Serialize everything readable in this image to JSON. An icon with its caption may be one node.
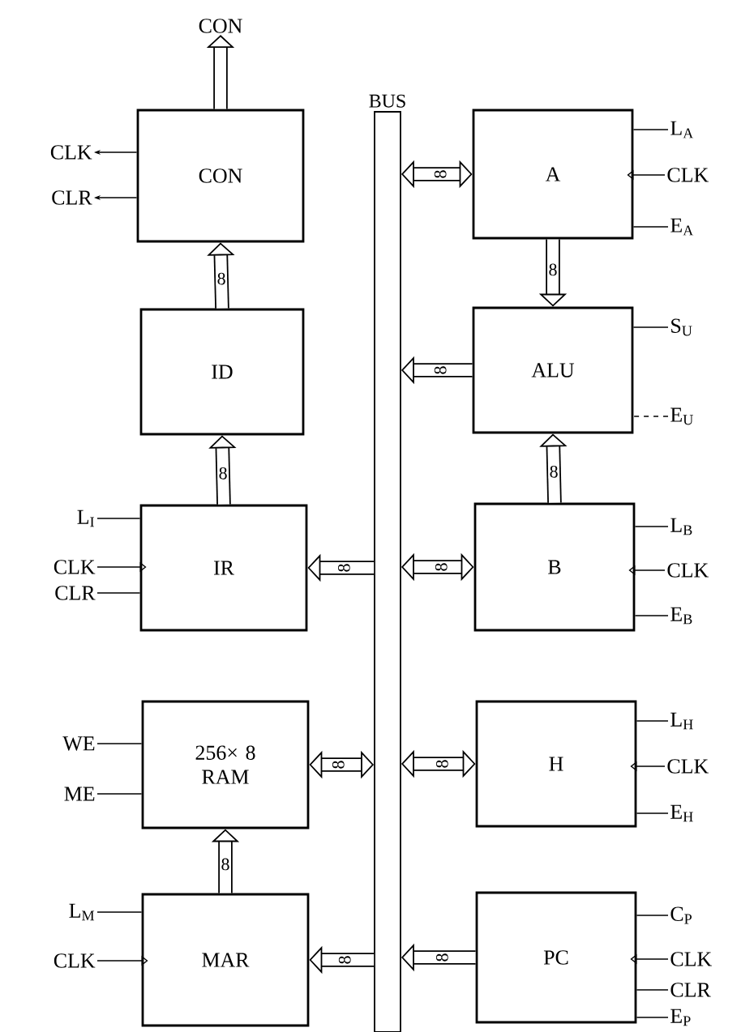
{
  "diagram": {
    "nodes": [
      {
        "text": [
          "CON"
        ]
      },
      {
        "text": [
          "CON"
        ]
      },
      {
        "text": [
          "ID"
        ]
      },
      {
        "text": [
          "IR"
        ]
      },
      {
        "text": [
          "256× 8 RAM"
        ]
      },
      {
        "text": [
          "MAR"
        ]
      },
      {
        "text": [
          "BUS"
        ]
      },
      {
        "text": [
          "A"
        ]
      },
      {
        "text": [
          "ALU"
        ]
      },
      {
        "text": [
          "B"
        ]
      },
      {
        "text": [
          "H"
        ]
      },
      {
        "text": [
          "PC"
        ]
      },
      {
        "text": [
          "CLK"
        ]
      },
      {
        "text": [
          "CLR"
        ]
      },
      {
        "text": [
          "L$_{I}$"
        ]
      },
      {
        "text": [
          "CLK"
        ]
      },
      {
        "text": [
          "CLR"
        ]
      },
      {
        "text": [
          "WE"
        ]
      },
      {
        "text": [
          "ME"
        ]
      },
      {
        "text": [
          "L$_{M}$"
        ]
      },
      {
        "text": [
          "CLK"
        ]
      },
      {
        "text": [
          "L$_{A}$"
        ]
      },
      {
        "text": [
          "CLK"
        ]
      },
      {
        "text": [
          "E$_{A}$"
        ]
      },
      {
        "text": [
          "S$_{U}$"
        ]
      },
      {
        "text": [
          "E$_{U}$"
        ]
      },
      {
        "text": [
          "L$_{B}$"
        ]
      },
      {
        "text": [
          "CLK"
        ]
      },
      {
        "text": [
          "E$_{B}$"
        ]
      },
      {
        "text": [
          "L$_{H}$"
        ]
      },
      {
        "text": [
          "CLK"
        ]
      },
      {
        "text": [
          "E$_{H}$"
        ]
      },
      {
        "text": [
          "C$_{P}$"
        ]
      },
      {
        "text": [
          "CLK"
        ]
      },
      {
        "text": [
          "CLR"
        ]
      },
      {
        "text": [
          "E$_{P}$"
        ]
      }
    ],
    "edges": [
      {
        "from": 1,
        "to": 0,
        "arrow": "to",
        "style": "thick"
      },
      {
        "from": 2,
        "to": 1,
        "arrow": "to",
        "label": "8",
        "style": "thick"
      },
      {
        "from": 3,
        "to": 2,
        "arrow": "to",
        "label": "8",
        "style": "thick"
      },
      {
        "from": 6,
        "to": 3,
        "arrow": "to",
        "label": "8",
        "style": "thick"
      },
      {
        "from": 4,
        "to": 6,
        "arrow": "both",
        "label": "8",
        "style": "thick"
      },
      {
        "from": 5,
        "to": 4,
        "arrow": "to",
        "label": "8",
        "style": "thick"
      },
      {
        "from": 6,
        "to": 5,
        "arrow": "to",
        "label": "8",
        "style": "thick"
      },
      {
        "from": 7,
        "to": 6,
        "arrow": "both",
        "label": "8",
        "style": "thick"
      },
      {
        "from": 7,
        "to": 8,
        "arrow": "to",
        "label": "8",
        "style": "thick"
      },
      {
        "from": 8,
        "to": 6,
        "arrow": "to",
        "label": "8",
        "style": "thick"
      },
      {
        "from": 9,
        "to": 8,
        "arrow": "to",
        "label": "8",
        "style": "thick"
      },
      {
        "from": 9,
        "to": 6,
        "arrow": "both",
        "label": "8",
        "style": "thick"
      },
      {
        "from": 10,
        "to": 6,
        "arrow": "both",
        "label": "8",
        "style": "thick"
      },
      {
        "from": 11,
        "to": 6,
        "arrow": "to",
        "label": "8",
        "style": "thick"
      },
      {
        "from": 1,
        "to": 12,
        "arrow": "to"
      },
      {
        "from": 1,
        "to": 13,
        "arrow": "to"
      },
      {
        "from": 14,
        "to": 3,
        "arrow": "none"
      },
      {
        "from": 15,
        "to": 3,
        "arrow": "to"
      },
      {
        "from": 16,
        "to": 3,
        "arrow": "none"
      },
      {
        "from": 17,
        "to": 4,
        "arrow": "none"
      },
      {
        "from": 18,
        "to": 4,
        "arrow": "none"
      },
      {
        "from": 19,
        "to": 5,
        "arrow": "none"
      },
      {
        "from": 20,
        "to": 5,
        "arrow": "to"
      },
      {
        "from": 21,
        "to": 7,
        "arrow": "none"
      },
      {
        "from": 22,
        "to": 7,
        "arrow": "to"
      },
      {
        "from": 23,
        "to": 7,
        "arrow": "none"
      },
      {
        "from": 24,
        "to": 8,
        "arrow": "none"
      },
      {
        "from": 25,
        "to": 8,
        "arrow": "none",
        "style": "dashed"
      },
      {
        "from": 26,
        "to": 9,
        "arrow": "none"
      },
      {
        "from": 27,
        "to": 9,
        "arrow": "to"
      },
      {
        "from": 28,
        "to": 9,
        "arrow": "none"
      },
      {
        "from": 29,
        "to": 10,
        "arrow": "none"
      },
      {
        "from": 30,
        "to": 10,
        "arrow": "to"
      },
      {
        "from": 31,
        "to": 10,
        "arrow": "none"
      },
      {
        "from": 32,
        "to": 11,
        "arrow": "none"
      },
      {
        "from": 33,
        "to": 11,
        "arrow": "to"
      },
      {
        "from": 34,
        "to": 11,
        "arrow": "none"
      },
      {
        "from": 35,
        "to": 11,
        "arrow": "none"
      }
    ]
  }
}
